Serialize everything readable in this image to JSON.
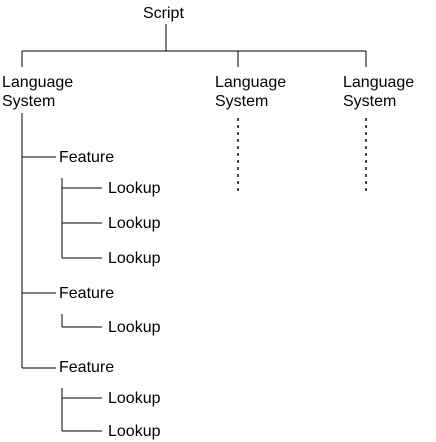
{
  "diagram": {
    "root": {
      "label": "Script"
    },
    "language_systems": [
      {
        "line1": "Language",
        "line2": "System"
      },
      {
        "line1": "Language",
        "line2": "System"
      },
      {
        "line1": "Language",
        "line2": "System"
      }
    ],
    "features": [
      {
        "label": "Feature",
        "lookups": [
          "Lookup",
          "Lookup",
          "Lookup"
        ]
      },
      {
        "label": "Feature",
        "lookups": [
          "Lookup"
        ]
      },
      {
        "label": "Feature",
        "lookups": [
          "Lookup",
          "Lookup"
        ]
      }
    ],
    "colors": {
      "line": "#000000",
      "text": "#000000",
      "background": "#ffffff"
    }
  }
}
